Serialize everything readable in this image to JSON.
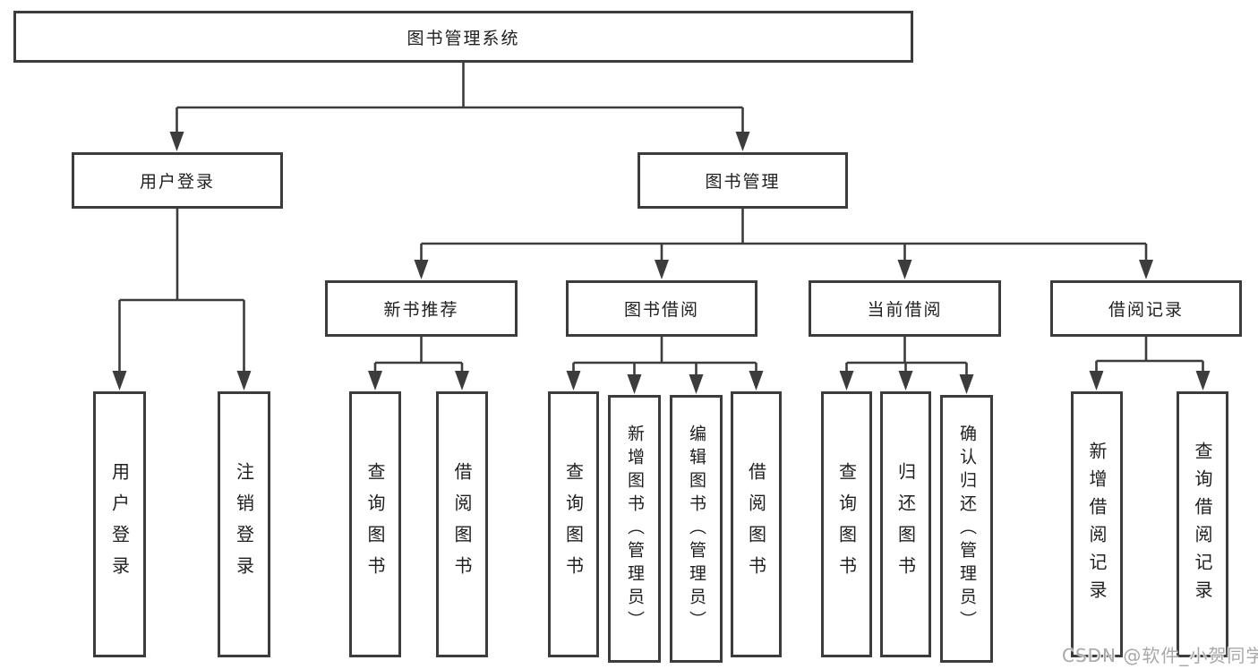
{
  "diagram": {
    "type": "hierarchy-tree",
    "root": {
      "label": "图书管理系统",
      "children": {
        "user_login": {
          "label": "用户登录",
          "children": {
            "login": {
              "label": "用户登录"
            },
            "logout": {
              "label": "注销登录"
            }
          }
        },
        "book_mgmt": {
          "label": "图书管理",
          "children": {
            "new_books": {
              "label": "新书推荐",
              "children": {
                "query_books": {
                  "label": "查询图书"
                },
                "borrow_books": {
                  "label": "借阅图书"
                }
              }
            },
            "book_borrow": {
              "label": "图书借阅",
              "children": {
                "query_books": {
                  "label": "查询图书"
                },
                "add_books_admin": {
                  "label": "新增图书（管理员）"
                },
                "edit_books_admin": {
                  "label": "编辑图书（管理员）"
                },
                "borrow_books": {
                  "label": "借阅图书"
                }
              }
            },
            "current_borrow": {
              "label": "当前借阅",
              "children": {
                "query_books": {
                  "label": "查询图书"
                },
                "return_books": {
                  "label": "归还图书"
                },
                "confirm_return_admin": {
                  "label": "确认归还（管理员）"
                }
              }
            },
            "borrow_records": {
              "label": "借阅记录",
              "children": {
                "add_record": {
                  "label": "新增借阅记录"
                },
                "query_record": {
                  "label": "查询借阅记录"
                }
              }
            }
          }
        }
      }
    }
  },
  "watermark": {
    "text": "CSDN @软件_小贺同学"
  },
  "colors": {
    "line": "#3c3c3c",
    "text": "#202020",
    "background": "#ffffff",
    "watermark": "#a8a8a8"
  }
}
